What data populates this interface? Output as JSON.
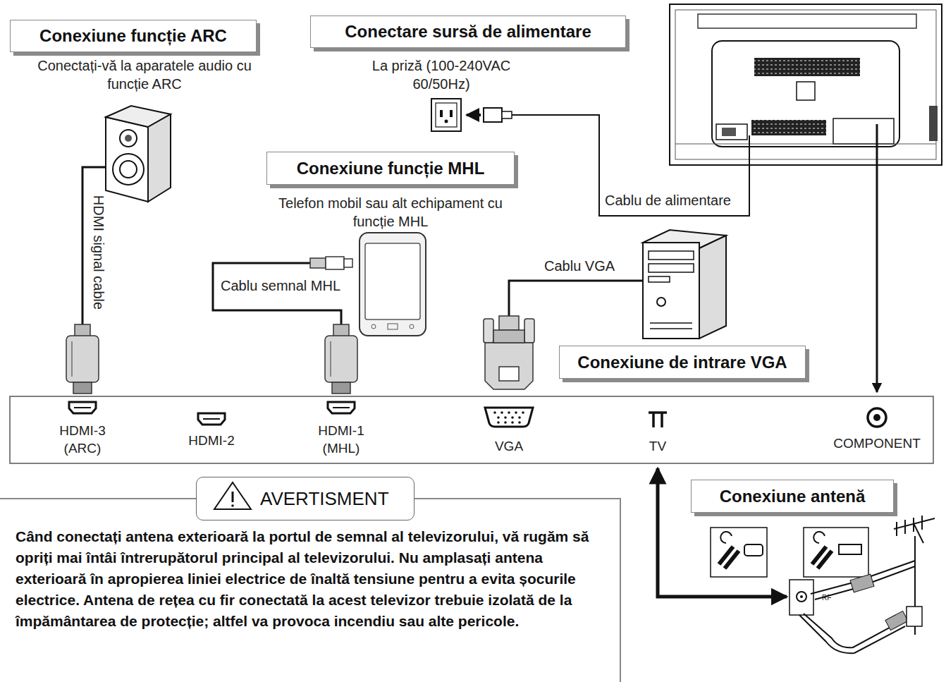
{
  "diagram": {
    "nodes": [
      {
        "text": [
          "Conexiune funcție ARC",
          "Conectați-vă la aparatele audio cu funcție ARC"
        ]
      },
      {
        "text": [
          "Conectare sursă de alimentare",
          "La priză (100-240VAC 60/50Hz)"
        ]
      },
      {
        "text": [
          "Conexiune funcție MHL",
          "Telefon mobil sau alt echipament cu funcție MHL"
        ]
      },
      {
        "text": [
          "Conexiune de intrare VGA"
        ]
      },
      {
        "text": [
          "Conexiune antenă"
        ]
      },
      {
        "text": [
          "AVERTISMENT",
          "Când conectați antena exterioară la portul de semnal al televizorului, vă rugăm să opriți mai întâi întrerupătorul principal al televizorului. Nu amplasați antena exterioară în apropierea liniei electrice de înaltă tensiune pentru a evita șocurile electrice. Antena de rețea cu fir conectată la acest televizor trebuie izolată de la împământarea de protecție; altfel va provoca incendiu sau alte pericole."
        ]
      }
    ],
    "labels": [
      "HDMI signal cable",
      "Cablu de alimentare",
      "Cablu semnal MHL",
      "Cablu VGA",
      "HDMI-3 (ARC)",
      "HDMI-2",
      "HDMI-1 (MHL)",
      "VGA",
      "TV",
      "COMPONENT",
      "RF"
    ]
  }
}
